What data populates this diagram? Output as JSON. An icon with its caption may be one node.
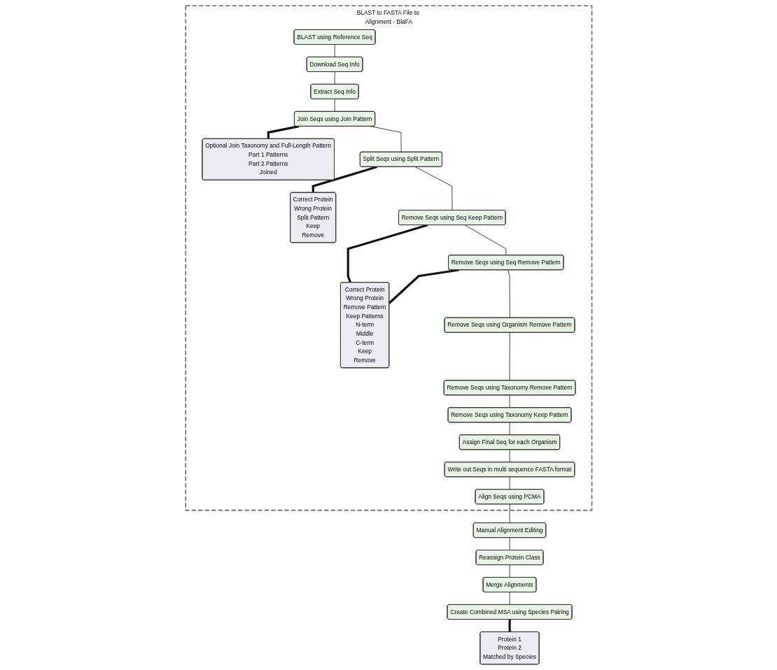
{
  "diagram": {
    "nodes": [
      {
        "text": [
          "BLAST to FASTA File to Alignment - BlaFA"
        ]
      },
      {
        "text": [
          "BLAST using Reference Seq"
        ],
        "in": 0
      },
      {
        "text": [
          "Download Seq Info"
        ],
        "in": 0
      },
      {
        "text": [
          "Extract Seq Info"
        ],
        "in": 0
      },
      {
        "text": [
          "Join Seqs using Join Pattern"
        ],
        "in": 0
      },
      {
        "text": [
          "Split Seqs using Split Pattern"
        ],
        "in": 0
      },
      {
        "text": [
          "Remove Seqs using Seq Keep Pattern"
        ],
        "in": 0
      },
      {
        "text": [
          "Remove Seqs using Seq Remove Pattern"
        ],
        "in": 0
      },
      {
        "text": [
          "Remove Seqs using Organism Remove Pattern"
        ],
        "in": 0
      },
      {
        "text": [
          "Remove Seqs using Taxonomy Remove Pattern"
        ],
        "in": 0
      },
      {
        "text": [
          "Remove Seqs using Taxonomy Keep Pattern"
        ],
        "in": 0
      },
      {
        "text": [
          "Assign Final Seq for each Organism"
        ],
        "in": 0
      },
      {
        "text": [
          "Write out Seqs in multi sequence FASTA format"
        ],
        "in": 0
      },
      {
        "text": [
          "Align Seqs using PCMA"
        ],
        "in": 0
      },
      {
        "text": [
          "Optional Join Taxonomy and Full-Length Pattern",
          "Part 1 Patterns",
          "Part 2 Patterns",
          "Joined"
        ],
        "in": 0
      },
      {
        "text": [
          "Correct Protein",
          "Wrong Protein",
          "Split Pattern",
          "Keep",
          "Remove"
        ],
        "in": 0
      },
      {
        "text": [
          "Correct Protein",
          "Wrong Protein",
          "Remove Pattern",
          "Keep Patterns",
          "N-term",
          "Middle",
          "C-term",
          "Keep",
          "Remove"
        ],
        "in": 0
      },
      {
        "text": [
          "Manual Alignment Editing"
        ]
      },
      {
        "text": [
          "Reassign Protein Class"
        ]
      },
      {
        "text": [
          "Merge Alignments"
        ]
      },
      {
        "text": [
          "Create Combined MSA using Species Pairing"
        ]
      },
      {
        "text": [
          "Protein 1",
          "Protein 2",
          "Matched by Species"
        ]
      }
    ],
    "edges": [
      {
        "from": 1,
        "to": 2,
        "arrow": "none"
      },
      {
        "from": 2,
        "to": 3,
        "arrow": "none"
      },
      {
        "from": 3,
        "to": 4,
        "arrow": "none"
      },
      {
        "from": 4,
        "to": 5,
        "arrow": "none"
      },
      {
        "from": 5,
        "to": 6,
        "arrow": "none"
      },
      {
        "from": 6,
        "to": 7,
        "arrow": "none"
      },
      {
        "from": 7,
        "to": 8,
        "arrow": "none"
      },
      {
        "from": 8,
        "to": 9,
        "arrow": "none"
      },
      {
        "from": 9,
        "to": 10,
        "arrow": "none"
      },
      {
        "from": 10,
        "to": 11,
        "arrow": "none"
      },
      {
        "from": 11,
        "to": 12,
        "arrow": "none"
      },
      {
        "from": 12,
        "to": 13,
        "arrow": "none"
      },
      {
        "from": 13,
        "to": 17,
        "arrow": "none"
      },
      {
        "from": 17,
        "to": 18,
        "arrow": "none"
      },
      {
        "from": 18,
        "to": 19,
        "arrow": "none"
      },
      {
        "from": 19,
        "to": 20,
        "arrow": "none"
      },
      {
        "from": 4,
        "to": 14,
        "arrow": "none",
        "style": "thick"
      },
      {
        "from": 5,
        "to": 15,
        "arrow": "none",
        "style": "thick"
      },
      {
        "from": 6,
        "to": 16,
        "arrow": "none",
        "style": "thick"
      },
      {
        "from": 7,
        "to": 16,
        "arrow": "none",
        "style": "thick"
      },
      {
        "from": 20,
        "to": 21,
        "arrow": "none",
        "style": "thick"
      }
    ]
  }
}
